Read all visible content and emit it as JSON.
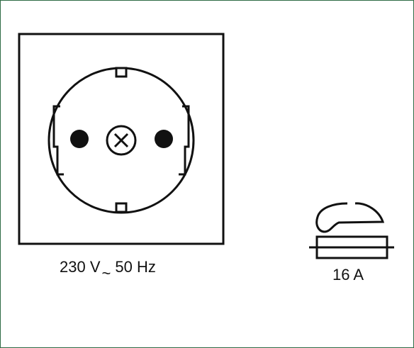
{
  "socket": {
    "voltage_value": "230 V",
    "ac_symbol": "~",
    "frequency": "50 Hz"
  },
  "fuse": {
    "rating": "16 A"
  },
  "colors": {
    "line": "#111111",
    "frame": "#2e6b45",
    "background": "#ffffff"
  },
  "icons": [
    "schuko-socket-icon",
    "screw-icon",
    "fuse-icon"
  ]
}
